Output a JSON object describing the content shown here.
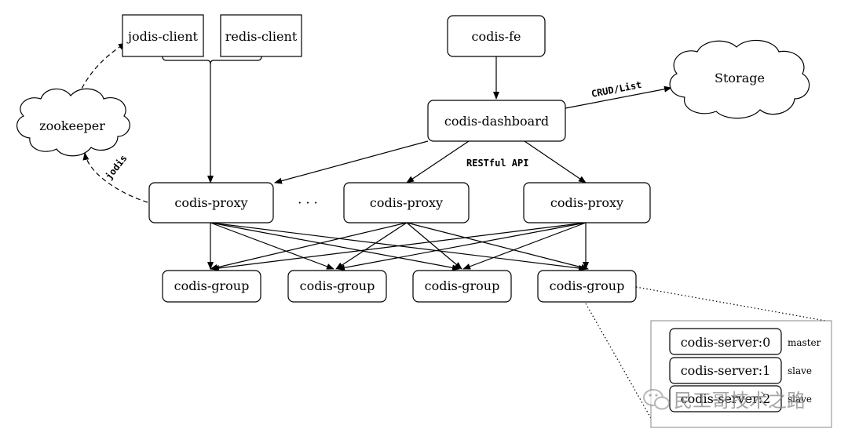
{
  "clients": {
    "jodis_client": "jodis-client",
    "redis_client": "redis-client"
  },
  "zookeeper": "zookeeper",
  "fe": "codis-fe",
  "dashboard": "codis-dashboard",
  "storage": "Storage",
  "crud_label": "CRUD/List",
  "restful_label": "RESTful API",
  "jodis_label": "jodis",
  "proxies": [
    "codis-proxy",
    "codis-proxy",
    "codis-proxy"
  ],
  "ellipsis": "· · ·",
  "groups": [
    "codis-group",
    "codis-group",
    "codis-group",
    "codis-group"
  ],
  "servers": [
    {
      "name": "codis-server:0",
      "role": "master"
    },
    {
      "name": "codis-server:1",
      "role": "slave"
    },
    {
      "name": "codis-server:2",
      "role": "slave"
    }
  ],
  "watermark": "民工哥技术之路"
}
